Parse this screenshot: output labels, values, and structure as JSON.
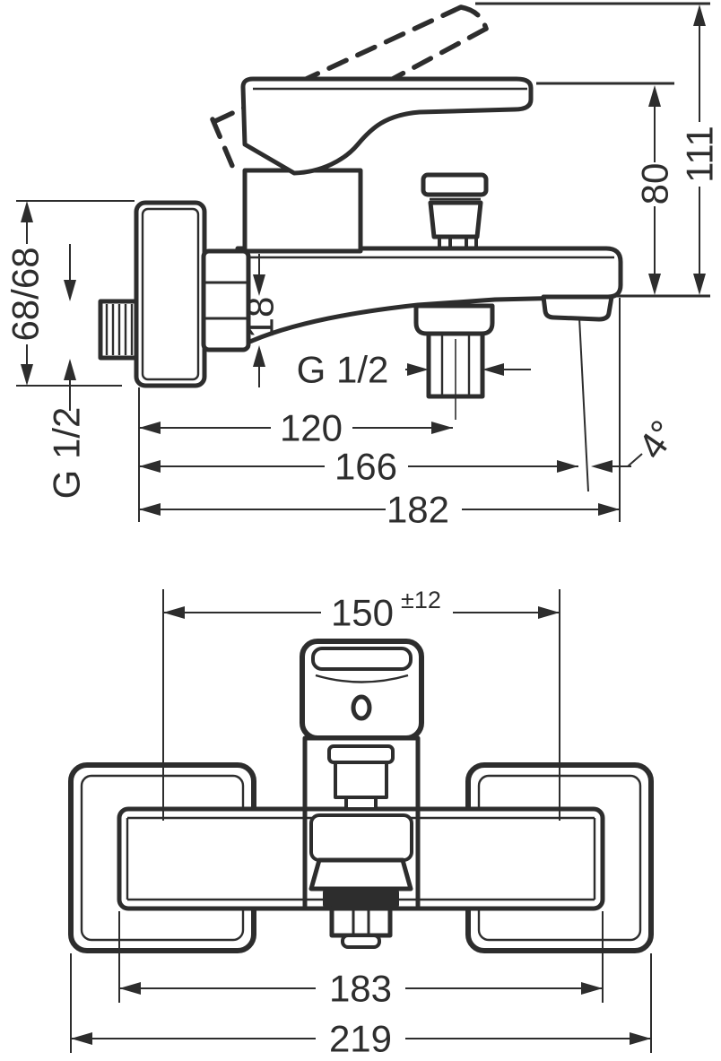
{
  "drawing": {
    "type": "technical-dimension-drawing",
    "product": "wall-mounted bath mixer tap",
    "background_color": "#ffffff",
    "line_color": "#2d2d2d",
    "views": {
      "side_view": {
        "name": "side view",
        "dimensions": {
          "height_total": "111",
          "height_to_handle": "80",
          "wall_plate_height": "68/68",
          "wall_connection_thread": "G 1/2",
          "spout_section_height": "18",
          "shower_outlet_thread": "G 1/2",
          "wall_to_shower_outlet": "120",
          "wall_to_aerator": "166",
          "total_projection": "182",
          "spout_angle": "4°"
        }
      },
      "front_view": {
        "name": "front view",
        "dimensions": {
          "mounting_centers": "150",
          "mounting_centers_tolerance": "±12",
          "body_width": "183",
          "total_width": "219"
        }
      }
    }
  }
}
